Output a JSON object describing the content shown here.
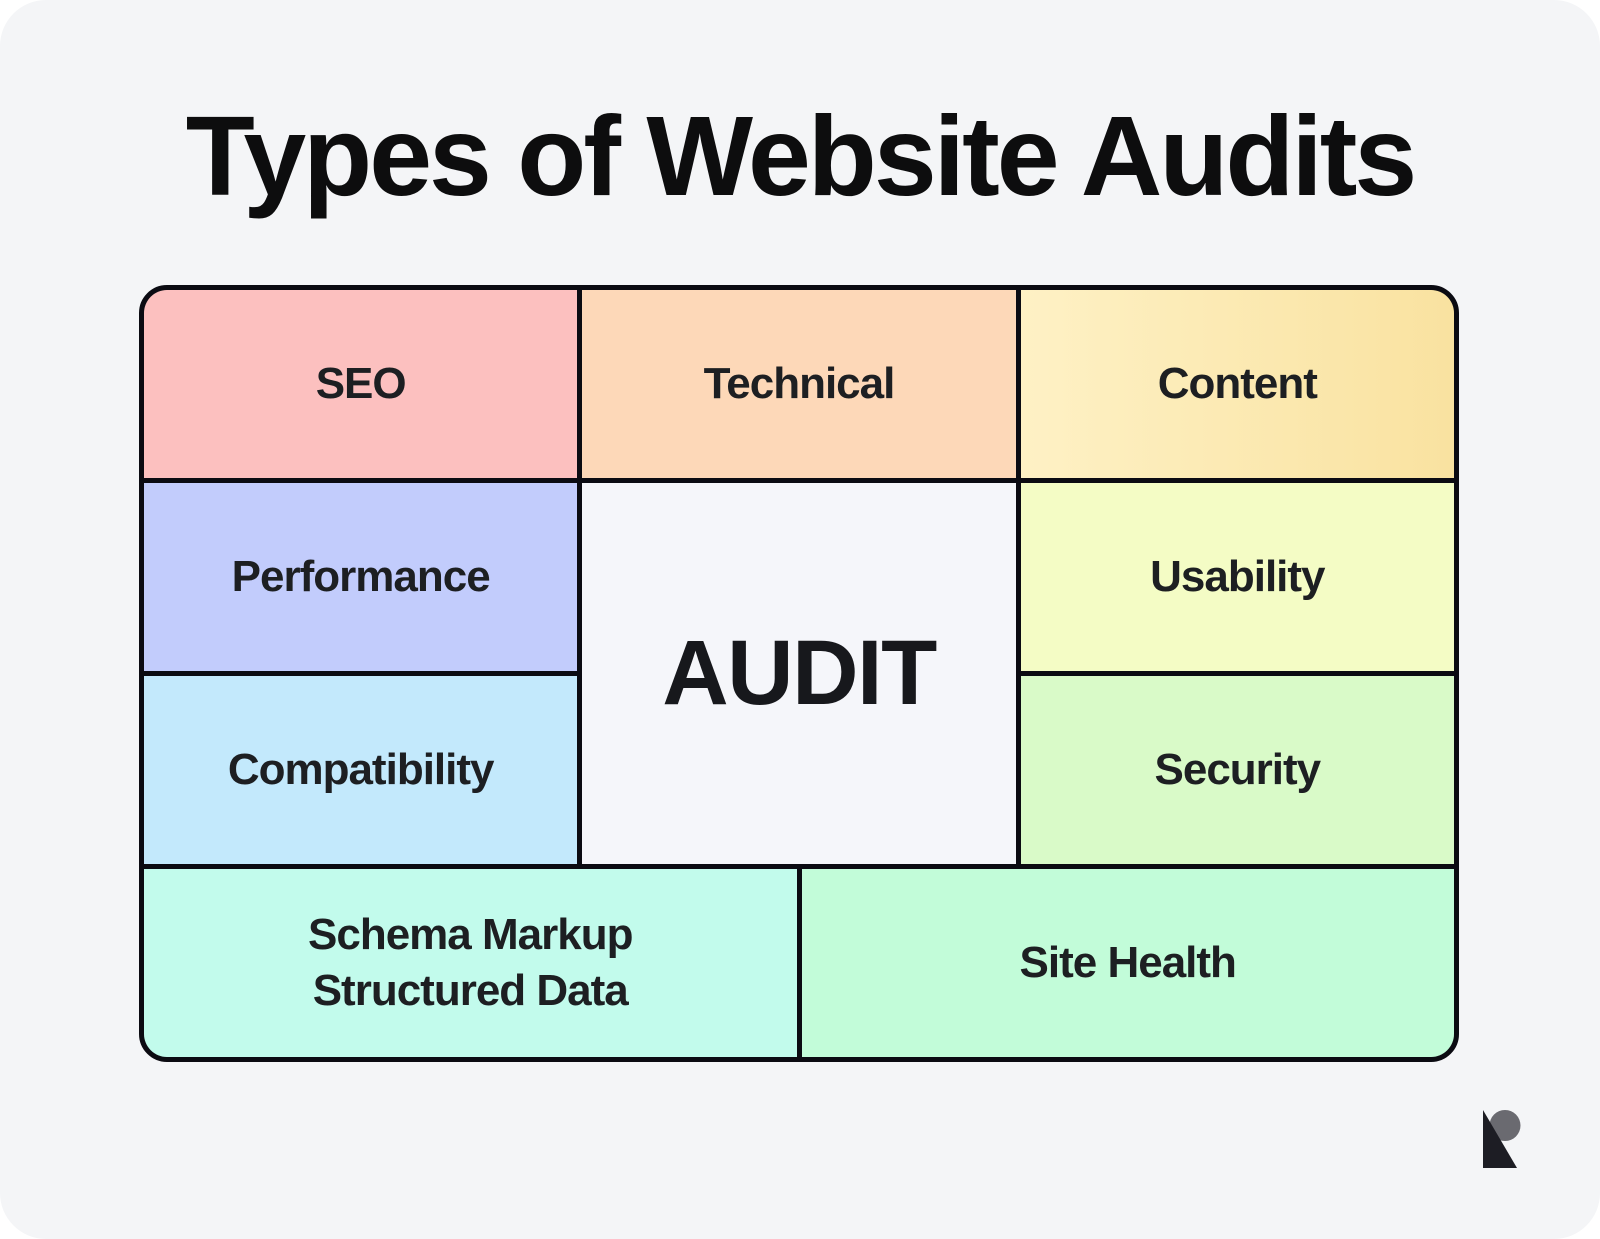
{
  "title": "Types of Website Audits",
  "table": {
    "border_color": "#0B0B12",
    "cells": {
      "seo": {
        "label": "SEO",
        "style": "background:#FCC0BF"
      },
      "technical": {
        "label": "Technical",
        "style": "background:#FDD8B8"
      },
      "content": {
        "label": "Content",
        "style": "background:linear-gradient(90deg,#FEF1C5,#F9E2A0)"
      },
      "performance": {
        "label": "Performance",
        "style": "background:#C2CCFC"
      },
      "audit": {
        "label": "AUDIT",
        "style": "background:#F5F6FA"
      },
      "usability": {
        "label": "Usability",
        "style": "background:#F4FCC5"
      },
      "compatibility": {
        "label": "Compatibility",
        "style": "background:#C3E9FC"
      },
      "security": {
        "label": "Security",
        "style": "background:#D9FAC8"
      },
      "schema": {
        "line1": "Schema Markup",
        "line2": "Structured Data",
        "style": "background:#C2FBEC"
      },
      "site_health": {
        "label": "Site Health",
        "style": "background:#C2FCD9"
      }
    }
  },
  "colors": {
    "page_background": "#F4F5F7",
    "title_text": "#0D0D0E",
    "cell_text": "#1D1F22"
  },
  "logo": {
    "gray": "#6A6A70",
    "dark": "#1D1D24"
  }
}
